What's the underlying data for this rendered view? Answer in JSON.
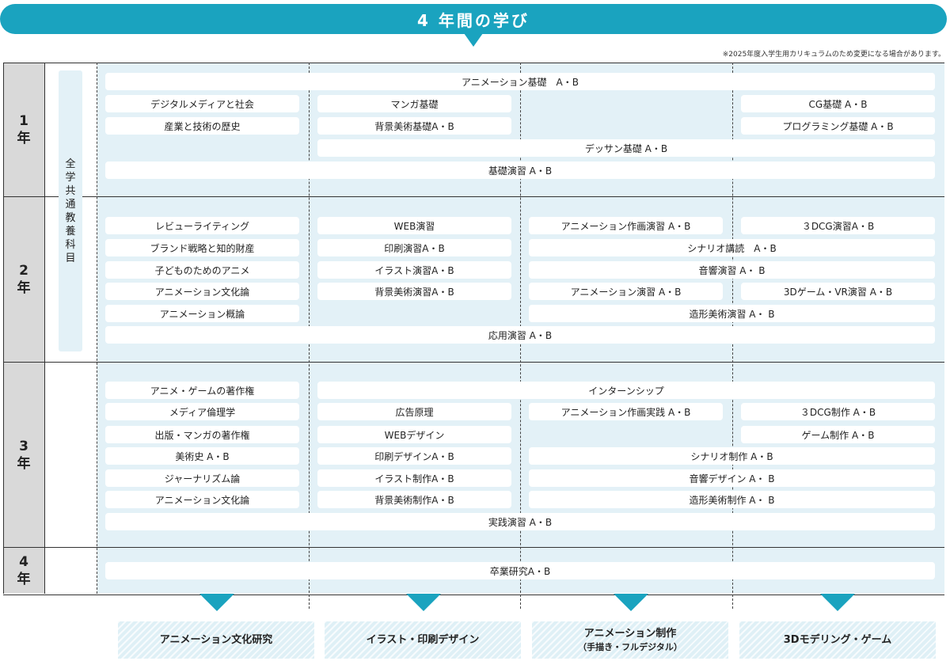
{
  "header": {
    "title": "4 年間の学び",
    "note": "※2025年度入学生用カリキュラムのため変更になる場合があります。"
  },
  "general_label": [
    "全",
    "学",
    "共",
    "通",
    "教",
    "養",
    "科",
    "目"
  ],
  "years": [
    {
      "num": "1",
      "unit": "年"
    },
    {
      "num": "2",
      "unit": "年"
    },
    {
      "num": "3",
      "unit": "年"
    },
    {
      "num": "4",
      "unit": "年"
    }
  ],
  "year1": {
    "animation_basics": "アニメーション基礎　A・B",
    "digital_media": "デジタルメディアと社会",
    "industry_history": "産業と技術の歴史",
    "manga_basics": "マンガ基礎",
    "background_art_basics": "背景美術基礎A・B",
    "cg_basics": "CG基礎 A・B",
    "programming_basics": "プログラミング基礎 A・B",
    "dessin_basics": "デッサン基礎 A・B",
    "basic_practice": "基礎演習 A・B"
  },
  "year2": {
    "review_writing": "レビューライティング",
    "brand_strategy": "ブランド戦略と知的財産",
    "kids_anime": "子どものためのアニメ",
    "anime_culture": "アニメーション文化論",
    "anime_overview": "アニメーション概論",
    "web_practice": "WEB演習",
    "print_practice": "印刷演習A・B",
    "illust_practice": "イラスト演習A・B",
    "background_practice": "背景美術演習A・B",
    "anime_drawing_practice": "アニメーション作画演習 A・B",
    "cg3d_practice": "３DCG演習A・B",
    "scenario_lecture": "シナリオ講読　A・B",
    "sound_practice": "音響演習 A・ B",
    "anime_practice": "アニメーション演習 A・B",
    "game_vr_practice": "3Dゲーム・VR演習 A・B",
    "modeling_art_practice": "造形美術演習 A・ B",
    "applied_practice": "応用演習 A・B"
  },
  "year3": {
    "copyright_anime_game": "アニメ・ゲームの著作権",
    "media_ethics": "メディア倫理学",
    "copyright_publishing": "出版・マンガの著作権",
    "art_history": "美術史 A・B",
    "journalism": "ジャーナリズム論",
    "anime_culture": "アニメーション文化論",
    "internship": "インターンシップ",
    "advertising": "広告原理",
    "web_design": "WEBデザイン",
    "print_design": "印刷デザインA・B",
    "illust_production": "イラスト制作A・B",
    "background_production": "背景美術制作A・B",
    "anime_drawing_production": "アニメーション作画実践 A・B",
    "cg3d_production": "３DCG制作 A・B",
    "game_production": "ゲーム制作 A・B",
    "scenario_production": "シナリオ制作 A・B",
    "sound_design": "音響デザイン A・ B",
    "modeling_art_production": "造形美術制作 A・ B",
    "practical_practice": "実践演習 A・B"
  },
  "year4": {
    "graduation_research": "卒業研究A・B"
  },
  "tracks": [
    {
      "label": "アニメーション文化研究",
      "sub": ""
    },
    {
      "label": "イラスト・印刷デザイン",
      "sub": ""
    },
    {
      "label": "アニメーション制作",
      "sub": "（手描き・フルデジタル）"
    },
    {
      "label": "3Dモデリング・ゲーム",
      "sub": ""
    }
  ],
  "colors": {
    "accent": "#1aa3bf",
    "area_fill": "#e3f1f7",
    "year_fill": "#d9d9d9"
  }
}
